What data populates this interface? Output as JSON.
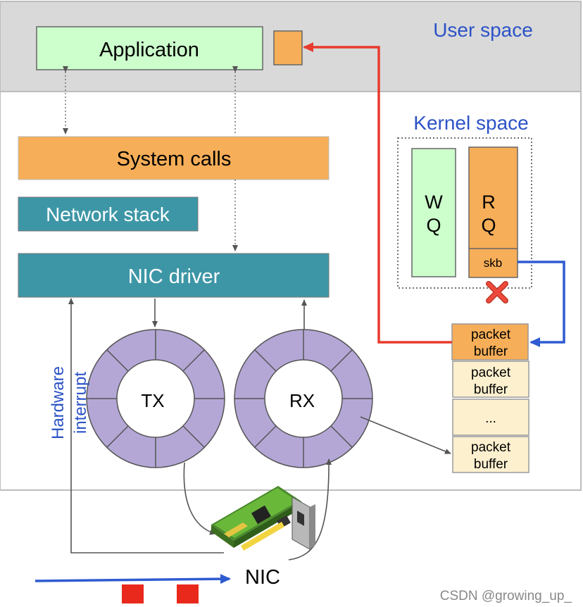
{
  "regions": {
    "user_space": "User space",
    "kernel_space": "Kernel space"
  },
  "boxes": {
    "application": "Application",
    "system_calls": "System calls",
    "network_stack": "Network stack",
    "nic_driver": "NIC driver"
  },
  "queues": {
    "wq_line1": "W",
    "wq_line2": "Q",
    "rq_line1": "R",
    "rq_line2": "Q",
    "skb": "skb"
  },
  "rings": {
    "tx": "TX",
    "rx": "RX"
  },
  "buffers": [
    {
      "line1": "packet",
      "line2": "buffer"
    },
    {
      "line1": "packet",
      "line2": "buffer"
    },
    {
      "line1": "..."
    },
    {
      "line1": "packet",
      "line2": "buffer"
    }
  ],
  "labels": {
    "hardware": "Hardware",
    "interrupt": "interrupt",
    "nic": "NIC",
    "watermark": "CSDN @growing_up_"
  },
  "colors": {
    "green_fill": "#ccffcc",
    "orange_fill": "#f6ae58",
    "teal_fill": "#3d96a6",
    "ring_fill": "#b4a7d6",
    "buffer_fill": "#fdf0cf",
    "blue_text": "#2c53c7",
    "red_arrow": "#e83b2e",
    "blue_arrow": "#2f5bd1",
    "packet_red": "#e8291c"
  }
}
